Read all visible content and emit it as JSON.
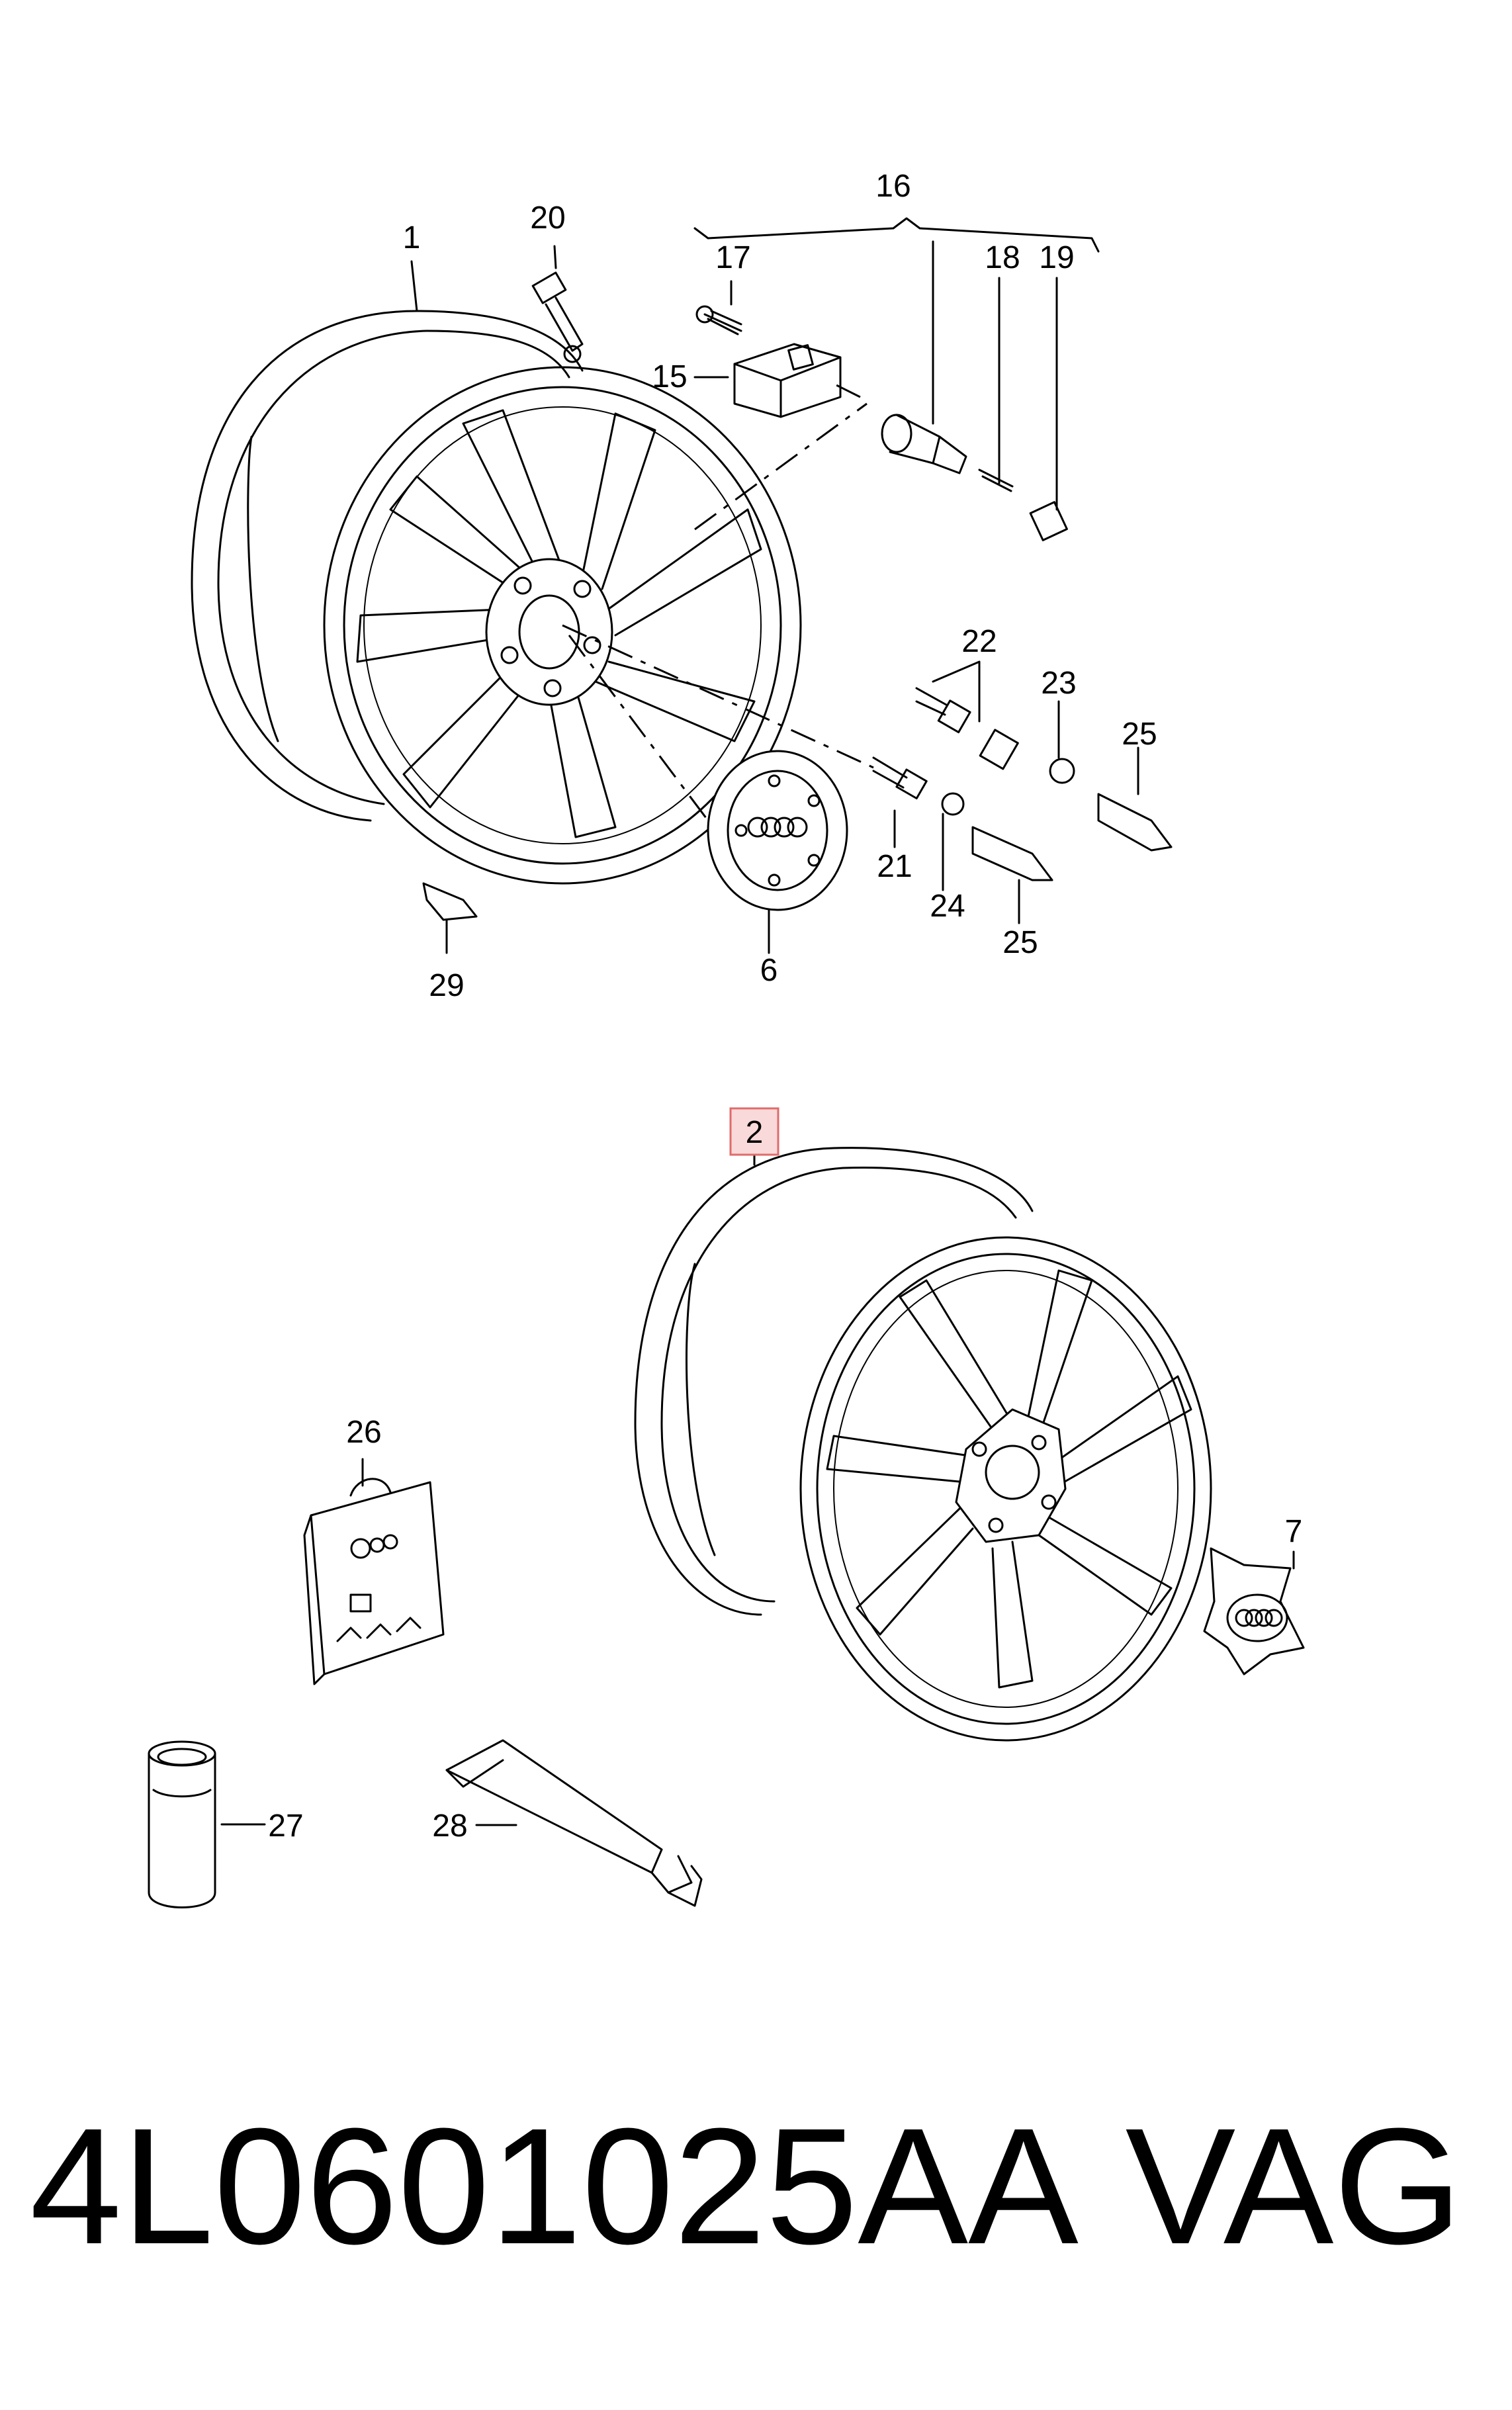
{
  "callouts": {
    "c1": "1",
    "c2": "2",
    "c6": "6",
    "c7": "7",
    "c15": "15",
    "c16": "16",
    "c17": "17",
    "c18": "18",
    "c19": "19",
    "c20": "20",
    "c21": "21",
    "c22": "22",
    "c23": "23",
    "c24": "24",
    "c25a": "25",
    "c25b": "25",
    "c26": "26",
    "c27": "27",
    "c28": "28",
    "c29": "29"
  },
  "highlight_color": "#e06b6b",
  "footer": {
    "part_number": "4L0601025AA",
    "brand": "VAG"
  }
}
